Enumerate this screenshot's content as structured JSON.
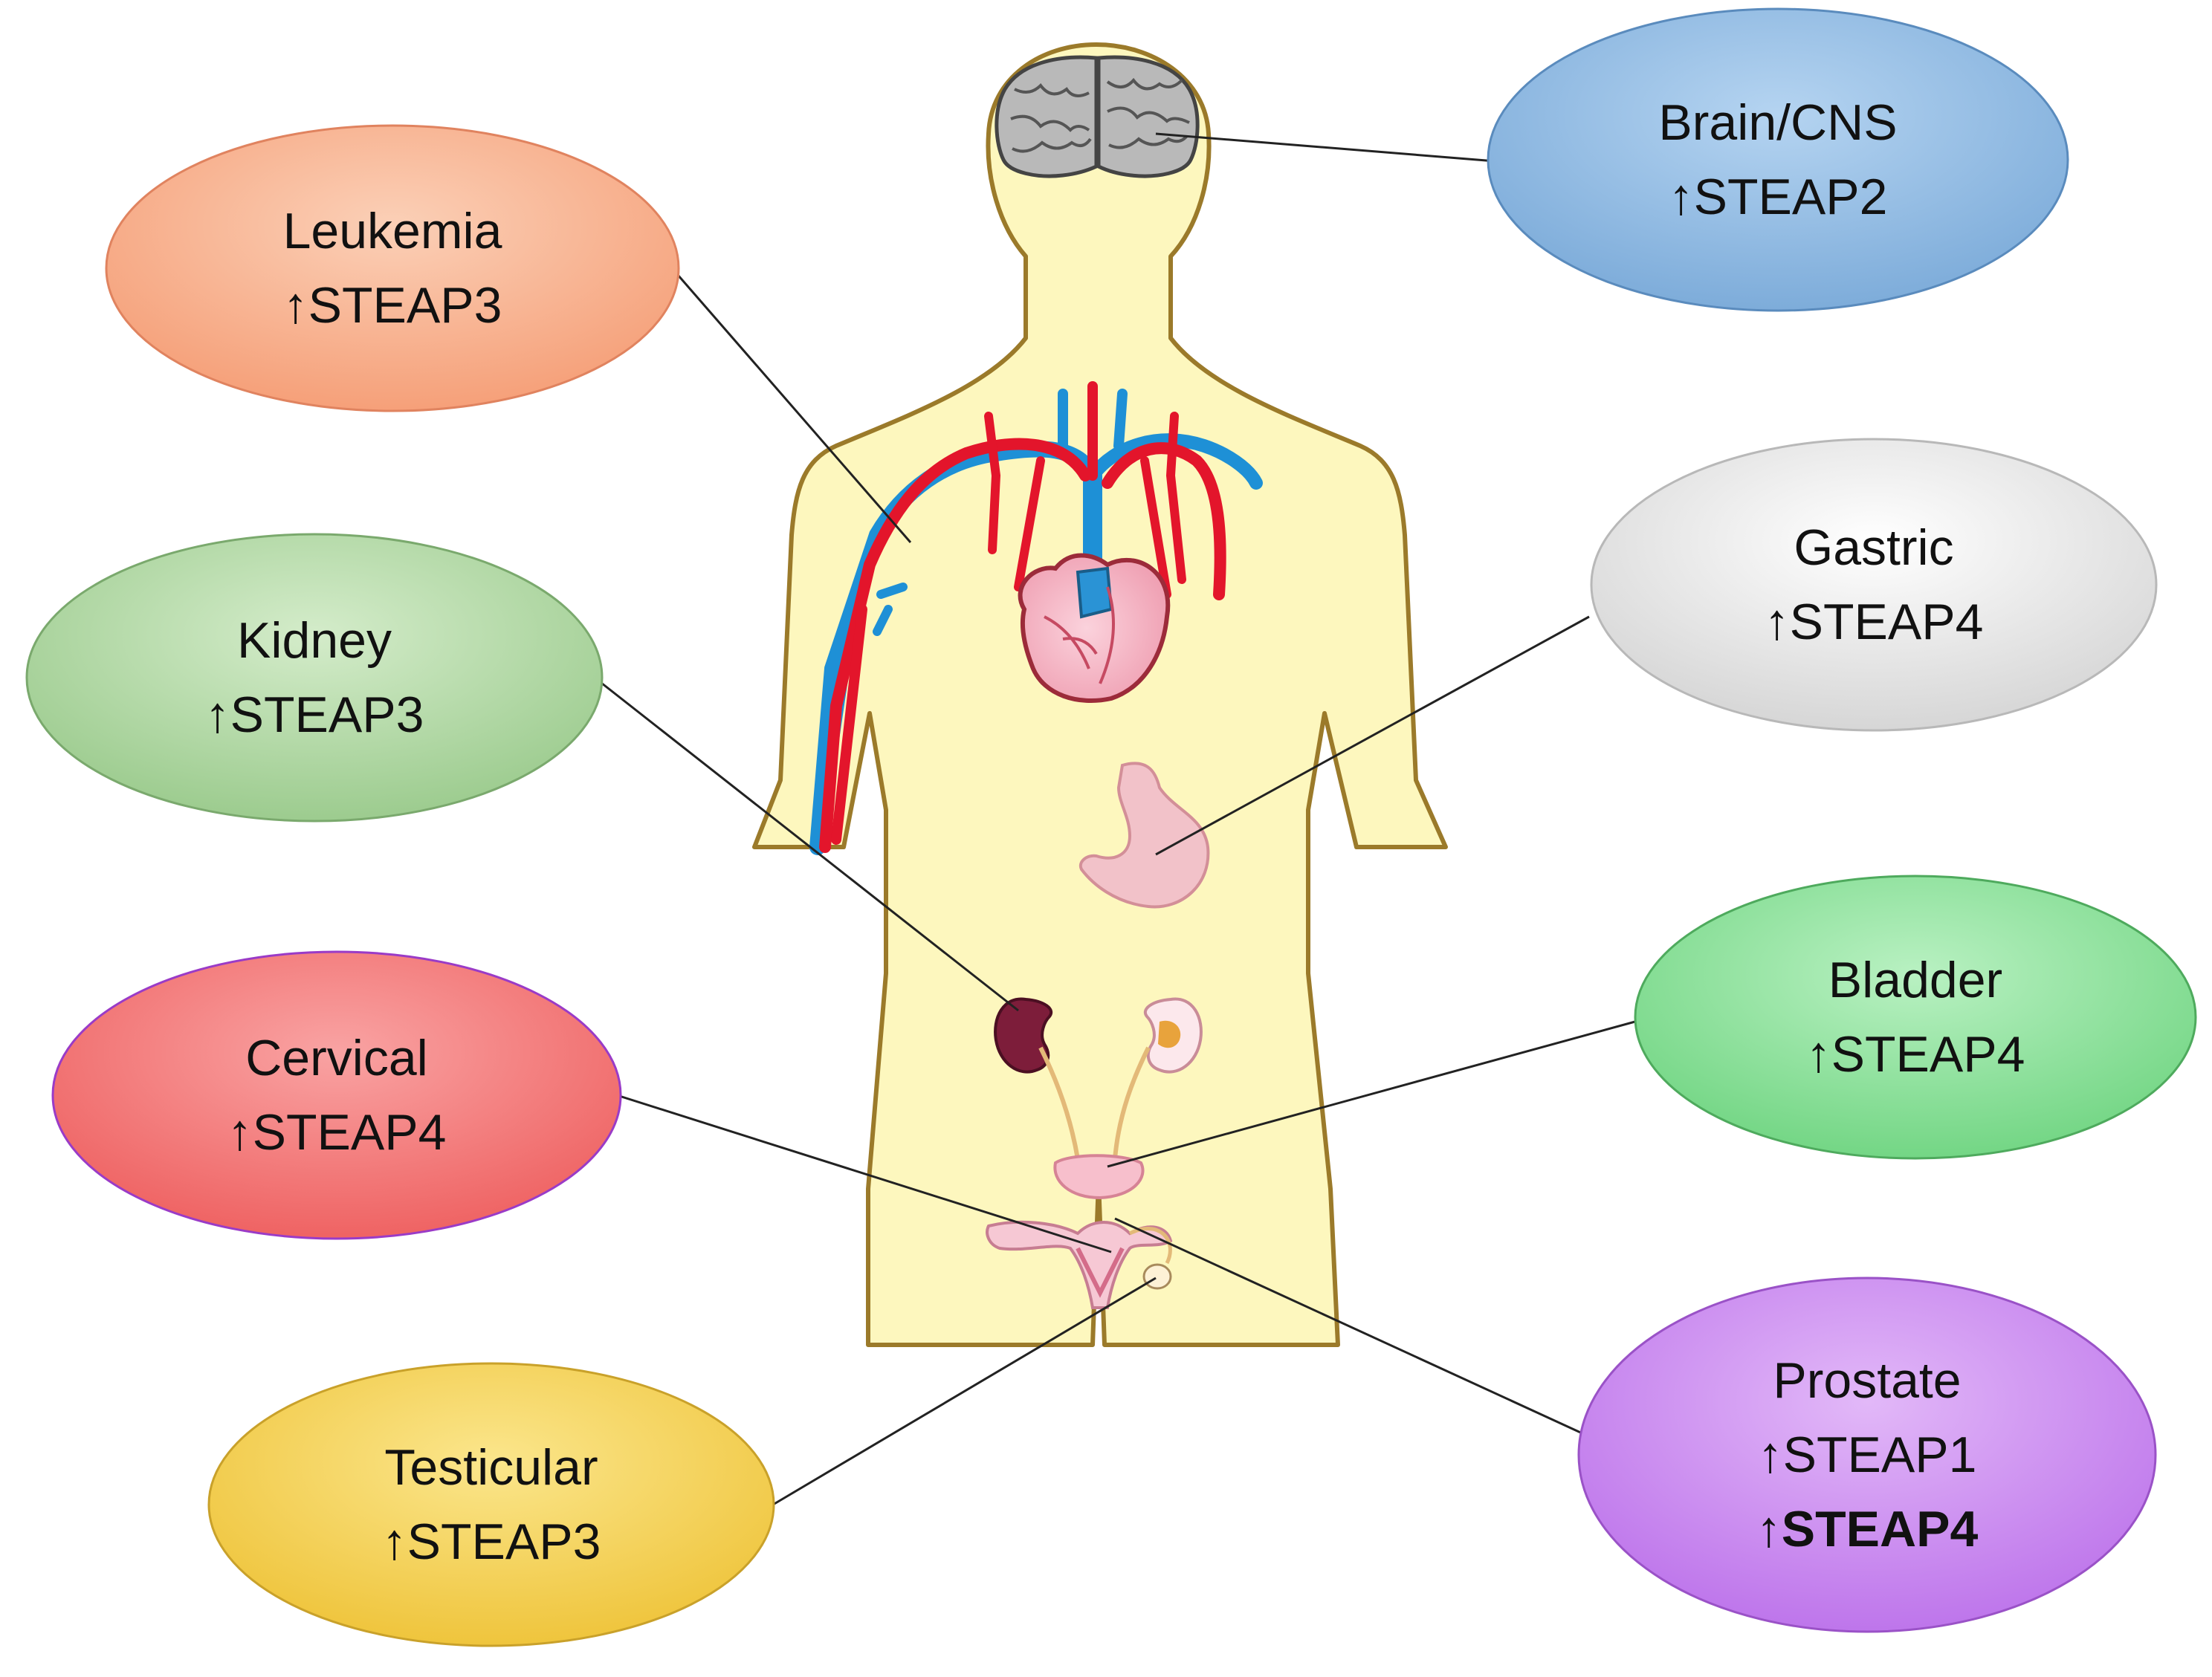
{
  "figure": {
    "organs": [
      "brain-icon",
      "heart-icon",
      "blood-vessels-icon",
      "stomach-icon",
      "left-kidney-icon",
      "right-kidney-icon",
      "bladder-icon",
      "uterus-icon",
      "testis-icon"
    ]
  },
  "callouts": [
    {
      "id": "brain-cns",
      "name": "Brain/CNS",
      "markers": [
        "↑STEAP2"
      ],
      "bold_markers": [],
      "color": "#7fb2e0",
      "target": "brain"
    },
    {
      "id": "leukemia",
      "name": "Leukemia",
      "markers": [
        "↑STEAP3"
      ],
      "bold_markers": [],
      "color": "#f7a883",
      "target": "blood"
    },
    {
      "id": "gastric",
      "name": "Gastric",
      "markers": [
        "↑STEAP4"
      ],
      "bold_markers": [],
      "color": "#e6e6e6",
      "target": "stomach"
    },
    {
      "id": "kidney",
      "name": "Kidney",
      "markers": [
        "↑STEAP3"
      ],
      "bold_markers": [],
      "color": "#a9d39c",
      "target": "kidney"
    },
    {
      "id": "bladder",
      "name": "Bladder",
      "markers": [
        "↑STEAP4"
      ],
      "bold_markers": [],
      "color": "#7ddf8e",
      "target": "bladder"
    },
    {
      "id": "cervical",
      "name": "Cervical",
      "markers": [
        "↑STEAP4"
      ],
      "bold_markers": [],
      "color": "#f26b6b",
      "target": "cervix"
    },
    {
      "id": "testicular",
      "name": "Testicular",
      "markers": [
        "↑STEAP3"
      ],
      "bold_markers": [],
      "color": "#f3cc3e",
      "target": "testis"
    },
    {
      "id": "prostate",
      "name": "Prostate",
      "markers": [
        "↑STEAP1"
      ],
      "bold_markers": [
        "↑STEAP4"
      ],
      "color": "#c77ff0",
      "target": "prostate"
    }
  ]
}
